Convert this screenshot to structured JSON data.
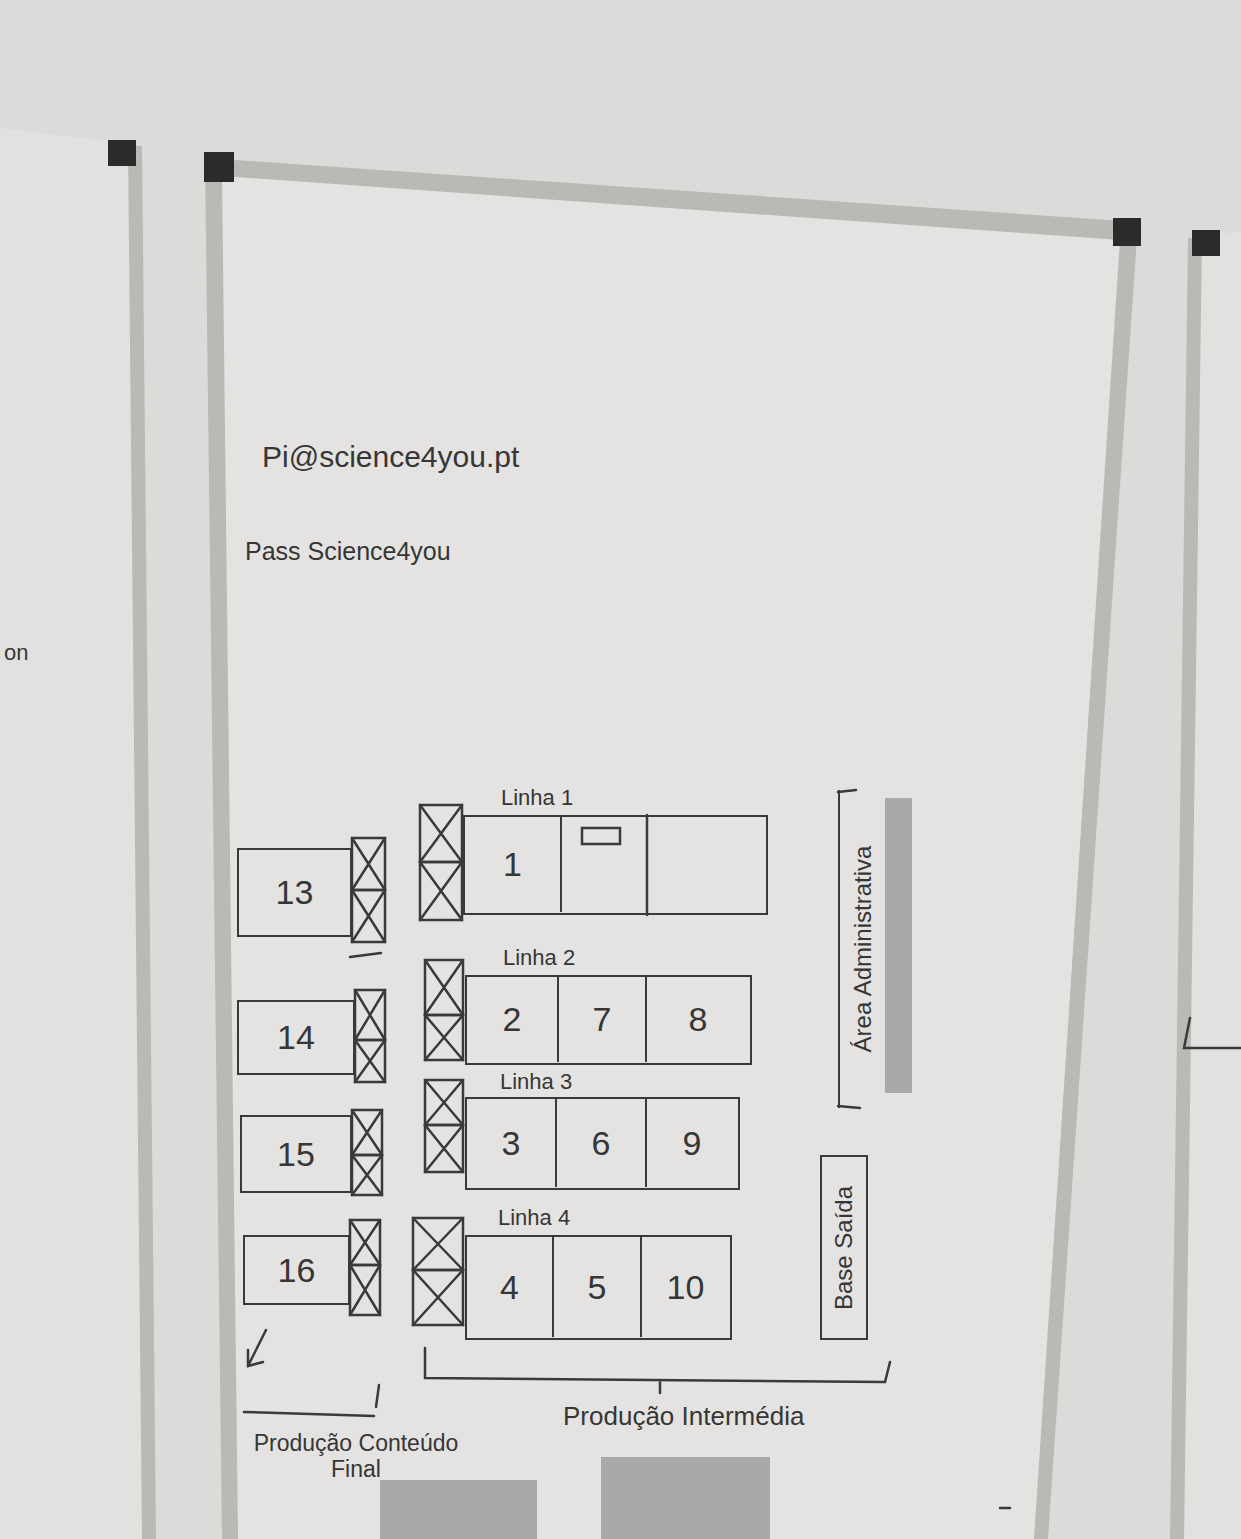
{
  "diagram": {
    "nodes": [
      {
        "text": [
          "13"
        ]
      },
      {
        "text": [
          "Linha 1"
        ]
      },
      {
        "text": [
          "1"
        ],
        "in": 1
      },
      {
        "text": [
          "Área Administrativa"
        ]
      },
      {
        "text": [
          "14"
        ]
      },
      {
        "text": [
          "Linha 2"
        ]
      },
      {
        "text": [
          "2"
        ],
        "in": 5
      },
      {
        "text": [
          "7"
        ],
        "in": 5
      },
      {
        "text": [
          "8"
        ],
        "in": 5
      },
      {
        "text": [
          "15"
        ]
      },
      {
        "text": [
          "Linha 3"
        ]
      },
      {
        "text": [
          "3"
        ],
        "in": 10
      },
      {
        "text": [
          "6"
        ],
        "in": 10
      },
      {
        "text": [
          "9"
        ],
        "in": 10
      },
      {
        "text": [
          "16"
        ]
      },
      {
        "text": [
          "Base Saída"
        ]
      },
      {
        "text": [
          "Linha 4"
        ]
      },
      {
        "text": [
          "4"
        ],
        "in": 16
      },
      {
        "text": [
          "5"
        ],
        "in": 16
      },
      {
        "text": [
          "10"
        ],
        "in": 16
      }
    ],
    "labels": [
      "Pi@science4you.pt",
      "Pass Science4you",
      "on",
      "Produção Intermédia",
      "Produção Conteúdo Final"
    ]
  }
}
